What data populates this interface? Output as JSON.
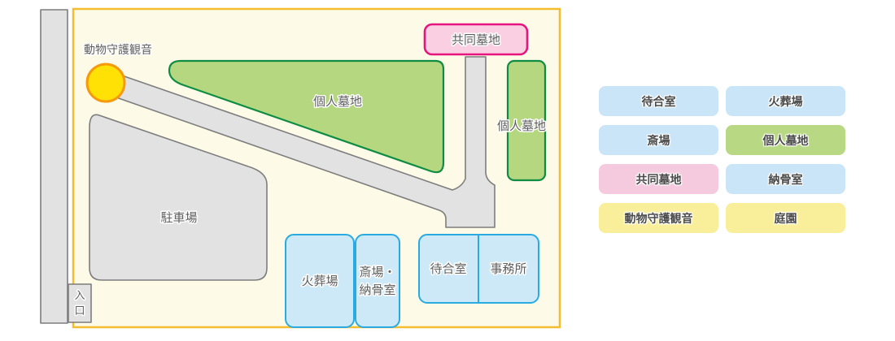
{
  "map": {
    "background": "#fdfbe7",
    "border_color": "#f3bd2f",
    "labels": {
      "kannon": "動物守護観音",
      "kyodo_bochi": "共同墓地",
      "kojin_bochi_main": "個人墓地",
      "kojin_bochi_right": "個人墓地",
      "chushajo": "駐車場",
      "kasoba": "火葬場",
      "saijo_line1": "斎場・",
      "saijo_line2": "納骨室",
      "machiaishitsu": "待合室",
      "jimusho": "事務所",
      "iriguchi_top": "入",
      "iriguchi_bottom": "口"
    },
    "colors": {
      "road_fill": "#e2e2e2",
      "road_stroke": "#7d7d7d",
      "green_fill": "#b5d780",
      "green_stroke": "#0f8c43",
      "pink_fill": "#f9cfe1",
      "pink_stroke": "#e5147e",
      "blue_fill": "#cde9f8",
      "blue_stroke": "#29abe2",
      "kannon_circle_fill": "#ffe105",
      "kannon_circle_stroke": "#f6990b",
      "label_text": "#5f5f5f"
    }
  },
  "legend": {
    "items": [
      {
        "label": "待合室",
        "color": "#c9e5f7"
      },
      {
        "label": "火葬場",
        "color": "#c9e5f7"
      },
      {
        "label": "斎場",
        "color": "#c9e5f7"
      },
      {
        "label": "個人墓地",
        "color": "#b8d883"
      },
      {
        "label": "共同墓地",
        "color": "#f5cadf"
      },
      {
        "label": "納骨室",
        "color": "#c9e5f7"
      },
      {
        "label": "動物守護観音",
        "color": "#f9ef9a"
      },
      {
        "label": "庭園",
        "color": "#f9ef9a"
      }
    ],
    "text_color": "#4a4a4a"
  }
}
